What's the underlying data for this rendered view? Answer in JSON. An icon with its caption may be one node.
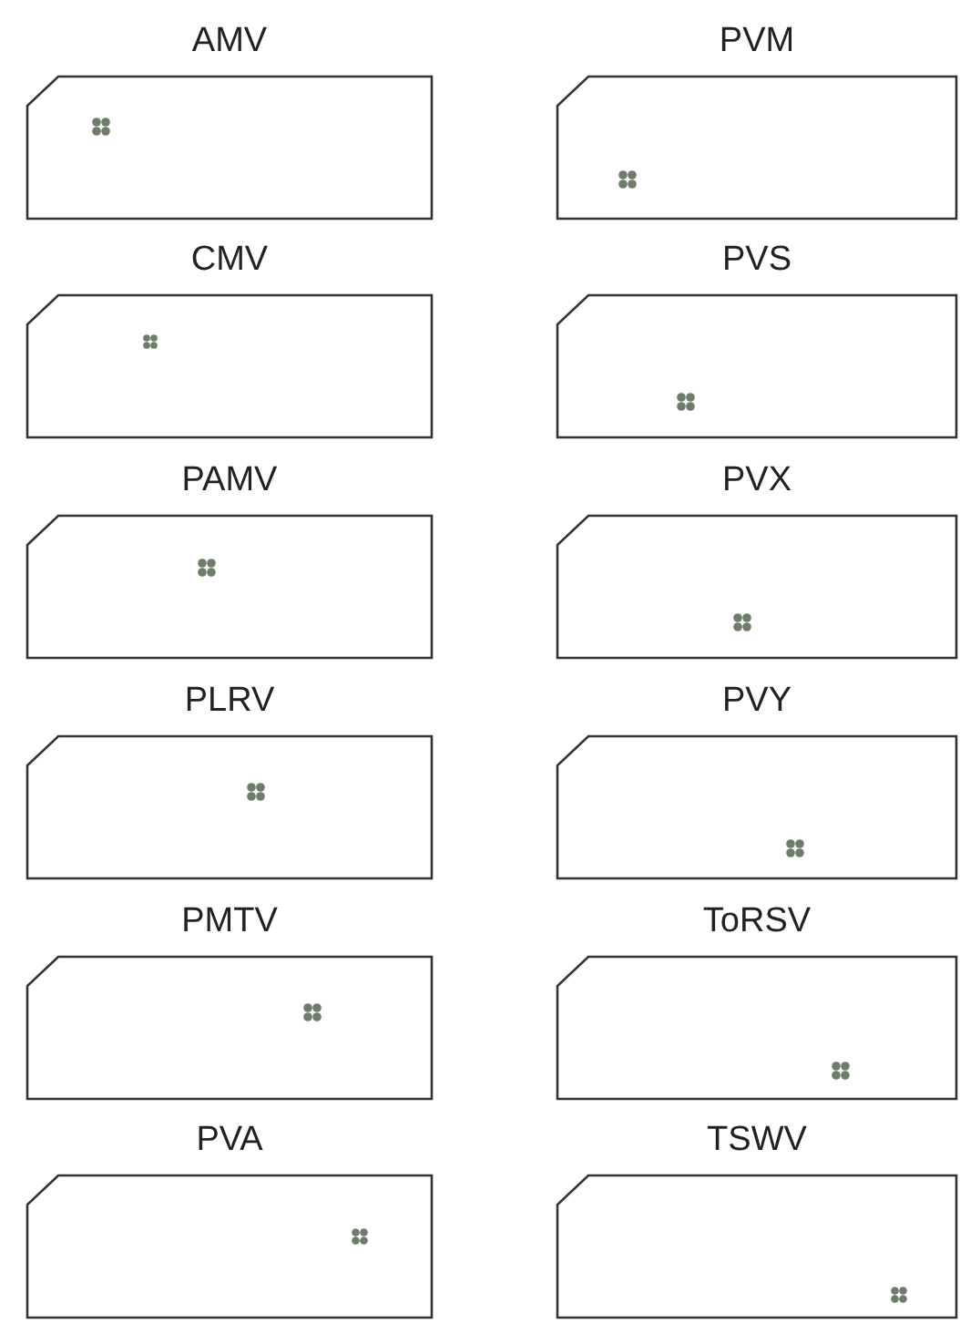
{
  "diagram": {
    "nodes": [
      {
        "text": [
          "AMV"
        ]
      },
      {
        "text": [
          "CMV"
        ]
      },
      {
        "text": [
          "PAMV"
        ]
      },
      {
        "text": [
          "PLRV"
        ]
      },
      {
        "text": [
          "PMTV"
        ]
      },
      {
        "text": [
          "PVA"
        ]
      },
      {
        "text": [
          "PVM"
        ]
      },
      {
        "text": [
          "PVS"
        ]
      },
      {
        "text": [
          "PVX"
        ]
      },
      {
        "text": [
          "PVY"
        ]
      },
      {
        "text": [
          "ToRSV"
        ]
      },
      {
        "text": [
          "TSWV"
        ]
      }
    ]
  }
}
